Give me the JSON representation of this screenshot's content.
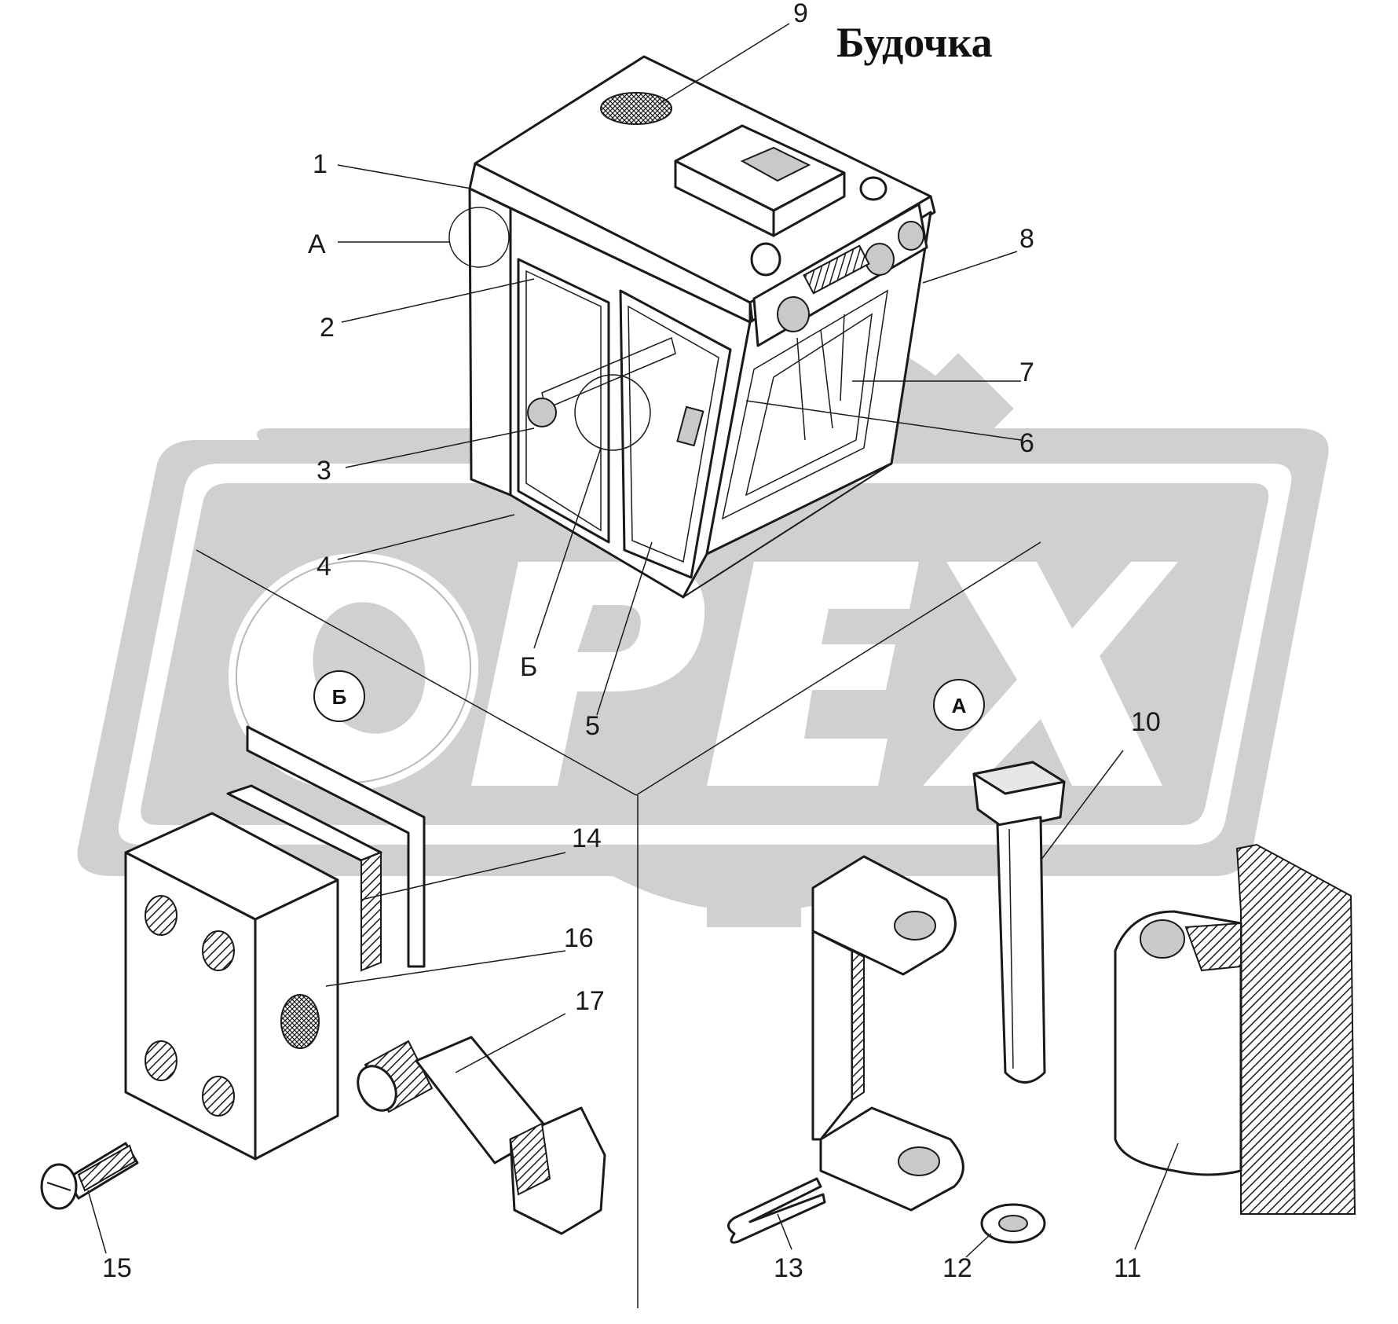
{
  "title": "Будочка",
  "watermark": "OPEX",
  "callouts": {
    "c1": "1",
    "c2": "2",
    "c3": "3",
    "c4": "4",
    "c5": "5",
    "c6": "6",
    "c7": "7",
    "c8": "8",
    "c9": "9",
    "c10": "10",
    "c11": "11",
    "c12": "12",
    "c13": "13",
    "c14": "14",
    "c15": "15",
    "c16": "16",
    "c17": "17"
  },
  "views": {
    "a_label": "А",
    "b_label": "Б",
    "a_circle": "А",
    "b_circle": "Б"
  },
  "colors": {
    "line": "#1a1a1a",
    "watermark": "#d0d0d0",
    "background": "#ffffff"
  }
}
